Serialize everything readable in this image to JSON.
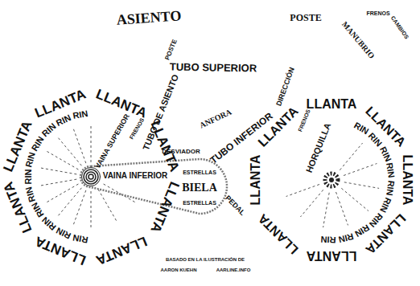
{
  "diagram": {
    "labels": [
      "ASIENTO",
      "POSTE",
      "TUBO SUPERIOR",
      "POSTE",
      "MANUBRIO",
      "FRENOS",
      "CAMBIOS",
      "DIRECCIÓN",
      "FRENOS",
      "TUBO DE ASIENTO",
      "VAINA SUPERIOR",
      "ANFORA",
      "TUBO INFERIOR",
      "FRENOS",
      "HORQUILLA",
      "DESVIADOR",
      "VAINA INFERIOR",
      "ESTRELLAS",
      "BIELA",
      "ESTRELLAS",
      "PEDAL",
      "LLANTA",
      "LLANTA",
      "LLANTA",
      "LLANTA",
      "LLANTA",
      "LLANTA",
      "LLANTA",
      "LLANTA",
      "RIN",
      "RIN",
      "RIN",
      "RIN",
      "RIN",
      "RIN",
      "RIN",
      "RIN",
      "RIN",
      "RIN",
      "RIN",
      "LLANTA",
      "LLANTA",
      "LLANTA",
      "LLANTA",
      "LLANTA",
      "LLANTA",
      "LLANTA",
      "LLANTA",
      "RIN",
      "RIN",
      "RIN",
      "RIN",
      "RIN",
      "RIN",
      "RIN",
      "RIN",
      "RIN",
      "RIN",
      "BASADO EN LA ILUSTRACIÓN DE",
      "AARON KUEHN",
      "AARLINE.INFO"
    ]
  }
}
